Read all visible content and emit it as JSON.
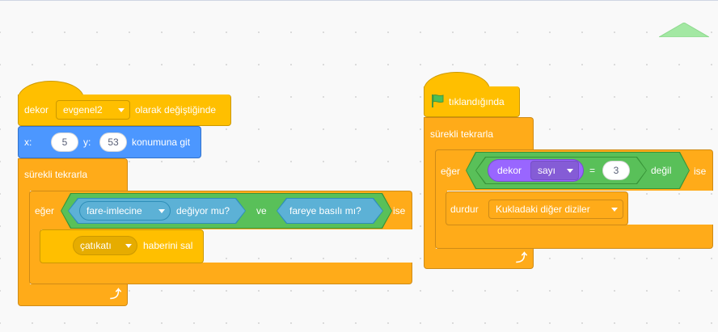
{
  "script1": {
    "hat": {
      "label_dekor": "dekor",
      "costume": "evgenel2",
      "label_suffix": "olarak değiştiğinde"
    },
    "goto": {
      "x_label": "x:",
      "x_value": "5",
      "y_label": "y:",
      "y_value": "53",
      "label_suffix": "konumuna git"
    },
    "forever": {
      "label": "sürekli tekrarla"
    },
    "if": {
      "label_if": "eğer",
      "touching_menu": "fare-imlecine",
      "touching_suffix": "değiyor mu?",
      "and_label": "ve",
      "mouse_down": "fareye basılı mı?",
      "label_then": "ise"
    },
    "broadcast": {
      "message": "çatıkatı",
      "label_suffix": "haberini sal"
    }
  },
  "script2": {
    "hat": {
      "label": "tıklandığında"
    },
    "forever": {
      "label": "sürekli tekrarla"
    },
    "if": {
      "label_if": "eğer",
      "backdrop_label": "dekor",
      "backdrop_menu": "sayı",
      "equals": "=",
      "compare_value": "3",
      "not_label": "değil",
      "label_then": "ise"
    },
    "stop": {
      "label": "durdur",
      "option": "Kukladaki diğer diziler"
    }
  },
  "colors": {
    "control": "#ffab19",
    "events": "#ffbf00",
    "motion": "#4c97ff",
    "operators": "#59c059",
    "sensing": "#5cb1d6",
    "looks": "#9966ff"
  },
  "icons": {
    "flag": "green-flag-icon",
    "loop": "loop-arrow-icon",
    "zoom": "zoom-triangle-icon"
  }
}
